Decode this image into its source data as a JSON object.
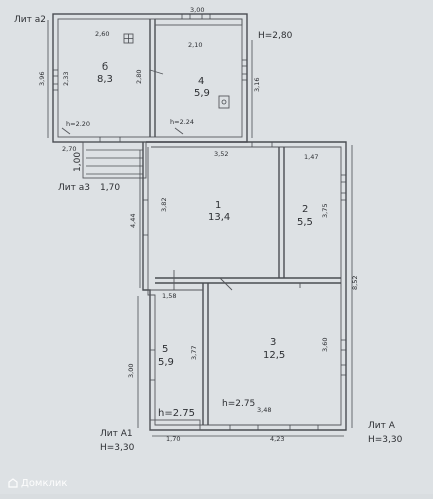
{
  "title": {
    "lit_a2": "Лит а2",
    "lit_a3": "Лит а3",
    "lit_a1": "Лит А1",
    "lit_a": "Лит А"
  },
  "heights": {
    "top": "H=2,80",
    "a1": "H=3,30",
    "a": "H=3,30"
  },
  "rooms": [
    {
      "id": "б",
      "area": "8,3"
    },
    {
      "id": "4",
      "area": "5,9"
    },
    {
      "id": "1",
      "area": "13,4"
    },
    {
      "id": "2",
      "area": "5,5"
    },
    {
      "id": "5",
      "area": "5,9"
    },
    {
      "id": "3",
      "area": "12,5"
    }
  ],
  "inner_heights": {
    "room_b": "h=2.20",
    "room_4": "h=2.24",
    "room_5": "h=2.75",
    "room_3": "h=2.75"
  },
  "dims": {
    "top_total": "3,00",
    "room_b_width": "2,60",
    "room_4_width": "2,10",
    "left_outer": "3,96",
    "room_b_height": "2,33",
    "room_4_height": "2,80",
    "right_a2": "3,16",
    "lower_left": "2,70",
    "porch_h": "1,00",
    "porch_w": "1,70",
    "room1_top": "3,52",
    "room1_left_outer": "4,44",
    "room1_left": "3,82",
    "room2_width": "1,47",
    "room2_height": "3,75",
    "right_outer": "8,52",
    "room5_top": "1,58",
    "room5_height": "3,77",
    "left_bottom_outer": "3,00",
    "room3_height": "3,60",
    "room3_width": "3,48",
    "bottom_right": "4,23",
    "bottom_left": "1,70"
  },
  "watermark": "Домклик"
}
